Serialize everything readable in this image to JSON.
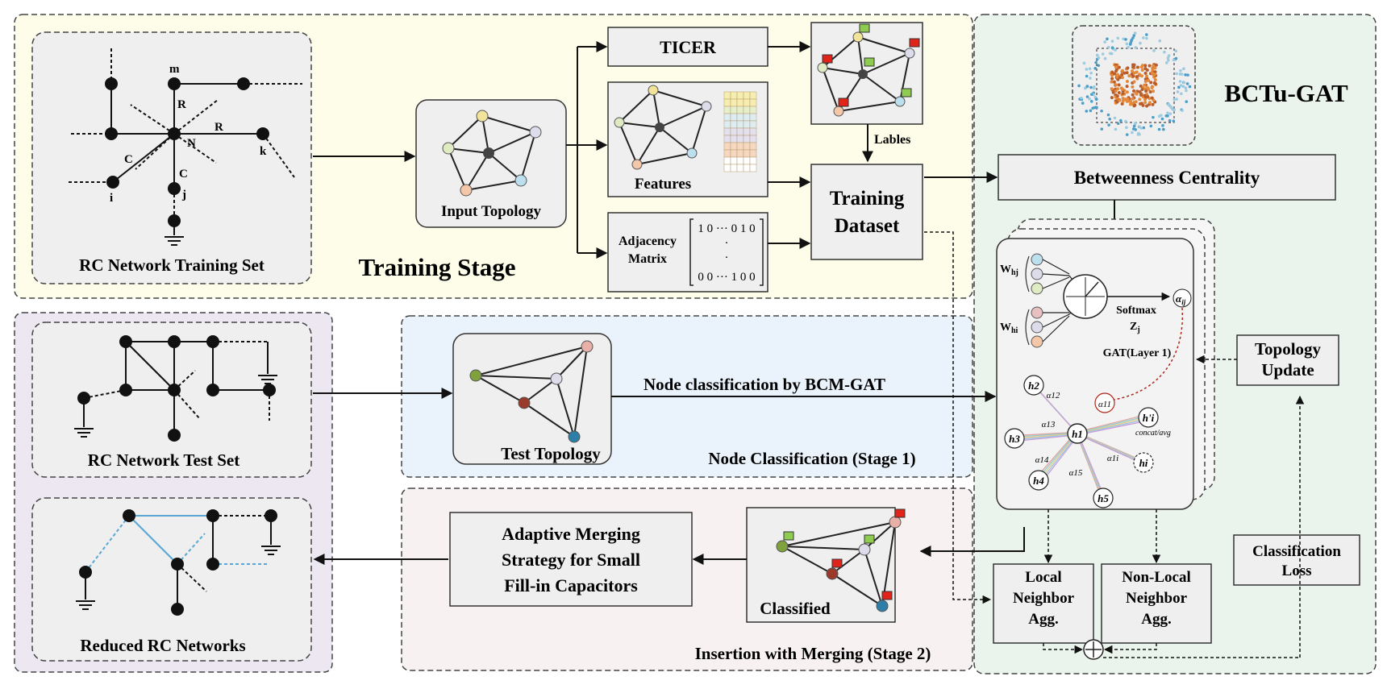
{
  "training": {
    "rc_training_set": "RC Network Training Set",
    "stage_title": "Training Stage",
    "input_topology": "Input Topology",
    "ticer": "TICER",
    "features": "Features",
    "adjacency_label": "Adjacency\nMatrix",
    "labels_text": "Lables",
    "training_dataset": "Training\nDataset",
    "node_labels": {
      "m": "m",
      "R1": "R",
      "R2": "R",
      "N": "N",
      "C1": "C",
      "C2": "C",
      "i": "i",
      "j": "j",
      "k": "k"
    },
    "matrix_rows": [
      "1 0 ··· 0 1 0",
      "·",
      "·",
      "0 0 ··· 1 0 0"
    ]
  },
  "test": {
    "rc_test_set": "RC Network Test Set",
    "reduced_networks": "Reduced RC Networks",
    "test_topology": "Test Topology",
    "node_classification_arrow": "Node classification by BCM-GAT",
    "stage1": "Node Classification (Stage 1)",
    "adaptive_merging": "Adaptive Merging\nStrategy for Small\nFill-in Capacitors",
    "classified": "Classified",
    "stage2": "Insertion with Merging (Stage 2)"
  },
  "bctu": {
    "title": "BCTu-GAT",
    "betweenness": "Betweenness Centrality",
    "w_hj": "W",
    "w_hj_sub": "hj",
    "w_hi": "W",
    "w_hi_sub": "hi",
    "softmax": "Softmax",
    "zj": "Z",
    "zj_sub": "j",
    "alpha_ij": "α",
    "alpha_ij_sub": "ij",
    "gat_layer": "GAT(Layer 1)",
    "concat": "concat/avg",
    "topology_update": "Topology\nUpdate",
    "classification_loss": "Classification\nLoss",
    "local_agg": "Local\nNeighbor\nAgg.",
    "nonlocal_agg": "Non-Local\nNeighbor\nAgg.",
    "h_nodes": [
      "h2",
      "h3",
      "h1",
      "h4",
      "h5",
      "hi",
      "h'i"
    ],
    "alpha_labels": [
      "α12",
      "α13",
      "α11",
      "α14",
      "α15",
      "α1i"
    ]
  },
  "colors": {
    "training_bg": "#fdfdea",
    "bctu_bg": "#ebf4ec",
    "test_left_bg": "#ece7f1",
    "stage1_bg": "#eaf2fb",
    "stage2_bg": "#f8f1f1",
    "box_bg": "#efefef",
    "blue_line": "#5aa6d4",
    "red_accent": "#b02418"
  }
}
